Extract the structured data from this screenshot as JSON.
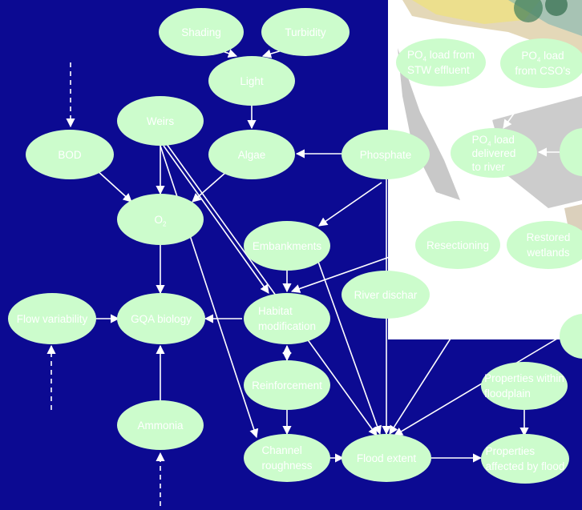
{
  "nodes": {
    "shading": "Shading",
    "turbidity": "Turbidity",
    "light": "Light",
    "weirs": "Weirs",
    "bod": "BOD",
    "algae": "Algae",
    "phosphate": "Phosphate",
    "o2_main": "O",
    "o2_sub": "2",
    "embankments": "Embankments",
    "flow_variability": "Flow variability",
    "gqa_biology": "GQA biology",
    "habitat_line1": "Habitat",
    "habitat_line2": "modification",
    "river_discharge": "River dischar",
    "reinforcement": "Reinforcement",
    "ammonia": "Ammonia",
    "channel_line1": "Channel",
    "channel_line2": "roughness",
    "flood_extent": "Flood extent",
    "properties_affected_line1": "Properties",
    "properties_affected_line2": "affected by flood",
    "properties_within_line1": "Properties within",
    "properties_within_line2": "floodplain",
    "resectioning": "Resectioning",
    "restored_line1": "Restored",
    "restored_line2": "wetlands",
    "po4_stw_l1_a": "PO",
    "po4_stw_l1_sub": "4",
    "po4_stw_l1_b": " load from",
    "po4_stw_l2": "STW effluent",
    "po4_cso_l1_a": "PO",
    "po4_cso_l1_sub": "4",
    "po4_cso_l1_b": " load",
    "po4_cso_l2": "from CSO's",
    "po4_del_l1_a": "PO",
    "po4_del_l1_sub": "4",
    "po4_del_l1_b": " load",
    "po4_del_l2": "delivered",
    "po4_del_l3": "to river"
  },
  "colors": {
    "background": "#0c0a92",
    "node_fill": "#ccfccc",
    "node_text": "#ffffff",
    "arrow": "#ffffff",
    "panel": "#ffffff"
  }
}
